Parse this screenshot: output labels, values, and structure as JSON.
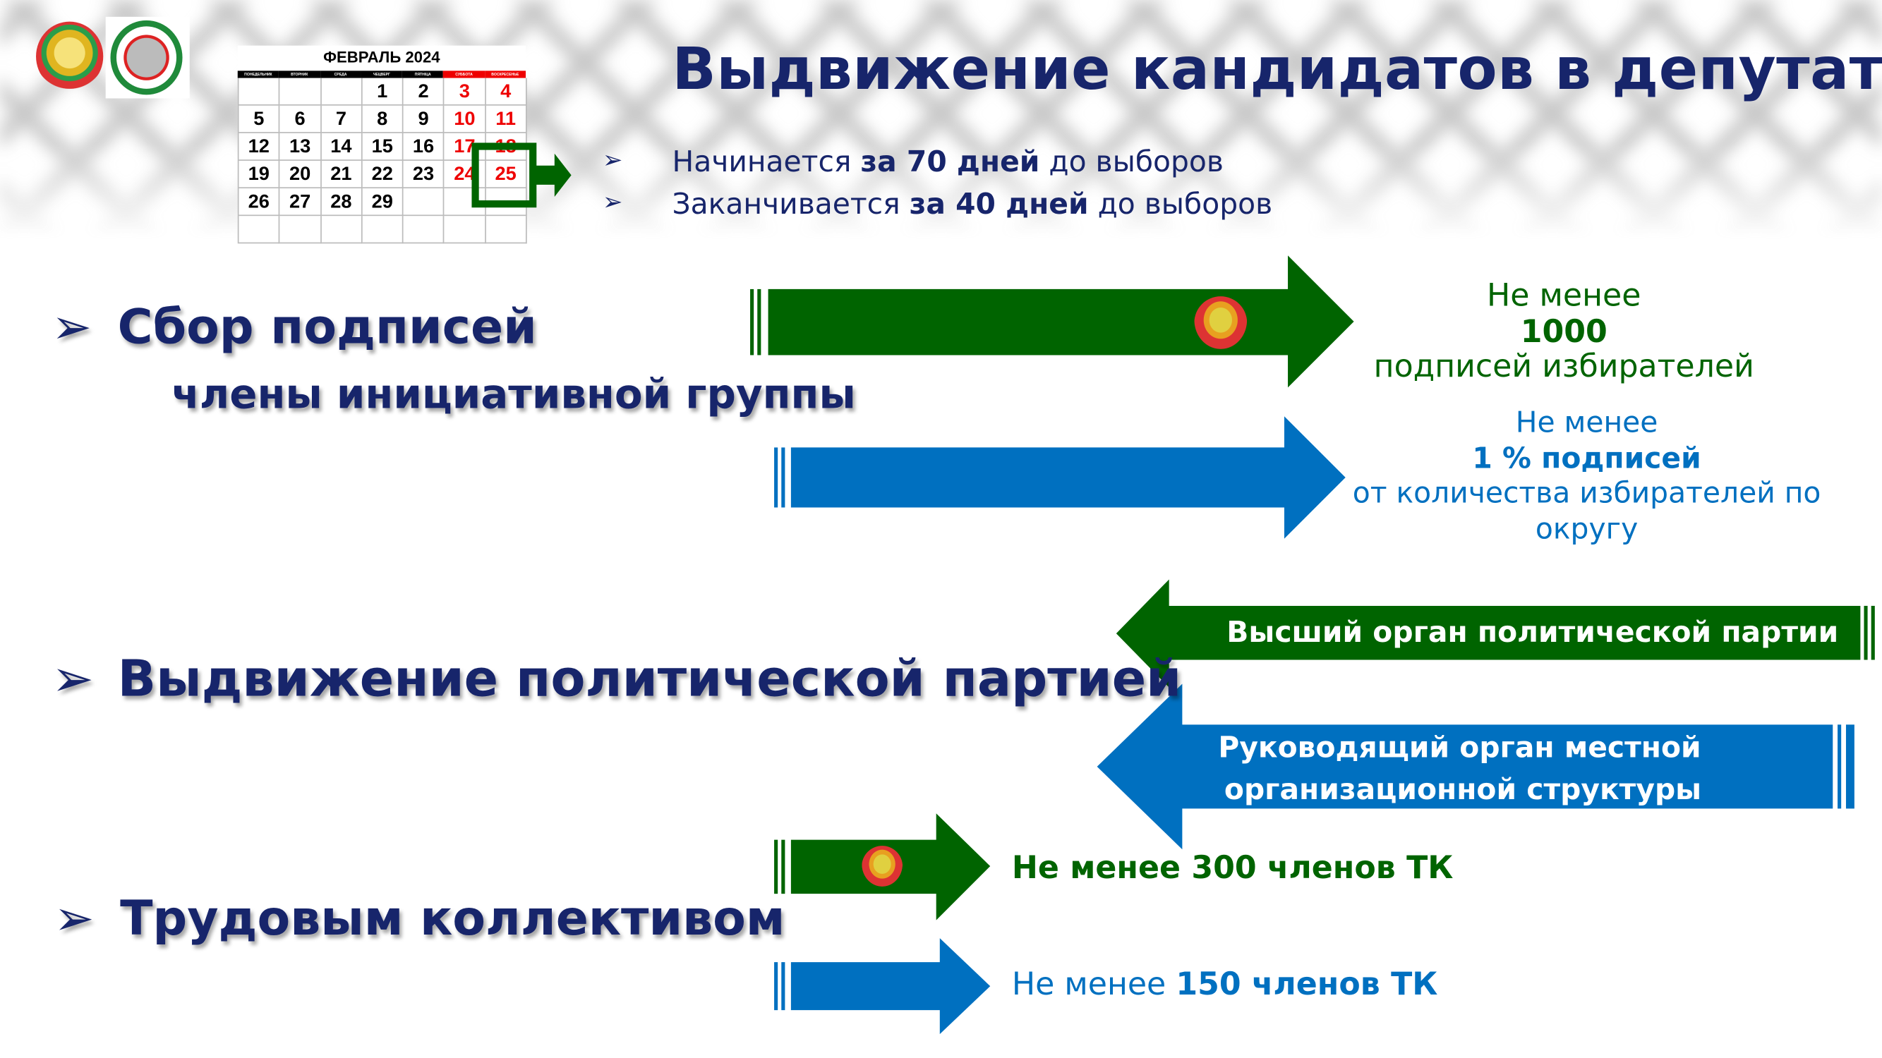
{
  "header": {
    "title": "Выдвижение кандидатов в депутаты",
    "bullets": [
      {
        "pre": "Начинается ",
        "bold": "за 70 дней",
        "post": " до выборов"
      },
      {
        "pre": "Заканчивается ",
        "bold": "за 40 дней",
        "post": " до выборов"
      }
    ]
  },
  "logos": [
    "emblem-belarus",
    "central-election-commission-logo"
  ],
  "calendar": {
    "title": "ФЕВРАЛЬ  2024",
    "weekdays": [
      "ПОНЕДЕЛЬНИК",
      "ВТОРНИК",
      "СРЕДА",
      "ЧЕЦВЕРГ",
      "ПЯТНІЦА",
      "СУББОТА",
      "ВОСКРЕСЕНЬЕ"
    ],
    "highlighted_day": "25",
    "weeks": [
      [
        "",
        "",
        "",
        "1",
        "2",
        "3",
        "4"
      ],
      [
        "5",
        "6",
        "7",
        "8",
        "9",
        "10",
        "11"
      ],
      [
        "12",
        "13",
        "14",
        "15",
        "16",
        "17",
        "18"
      ],
      [
        "19",
        "20",
        "21",
        "22",
        "23",
        "24",
        "25"
      ],
      [
        "26",
        "27",
        "28",
        "29",
        "",
        "",
        ""
      ],
      [
        "",
        "",
        "",
        "",
        "",
        "",
        ""
      ]
    ]
  },
  "sections": {
    "signatures": {
      "title": "Сбор подписей",
      "subtitle": "члены инициативной группы",
      "green": {
        "l1": "Не менее",
        "l2": "1000",
        "l3": "подписей избирателей"
      },
      "blue": {
        "l1": "Не менее",
        "l2": "1 % подписей",
        "l3": "от количества избирателей по",
        "l4": "округу"
      }
    },
    "party": {
      "title": "Выдвижение политической партией",
      "green": "Высший орган политической партии",
      "blue_l1": "Руководящий орган  местной",
      "blue_l2": "организационной структуры"
    },
    "labor": {
      "title": "Трудовым коллективом",
      "green": "Не менее 300 членов ТК",
      "blue_pre": "Не менее ",
      "blue_bold": "150 членов ТК"
    }
  },
  "colors": {
    "green": "#006400",
    "blue": "#0070c0",
    "navy": "#17256b",
    "red": "#ee0000"
  }
}
